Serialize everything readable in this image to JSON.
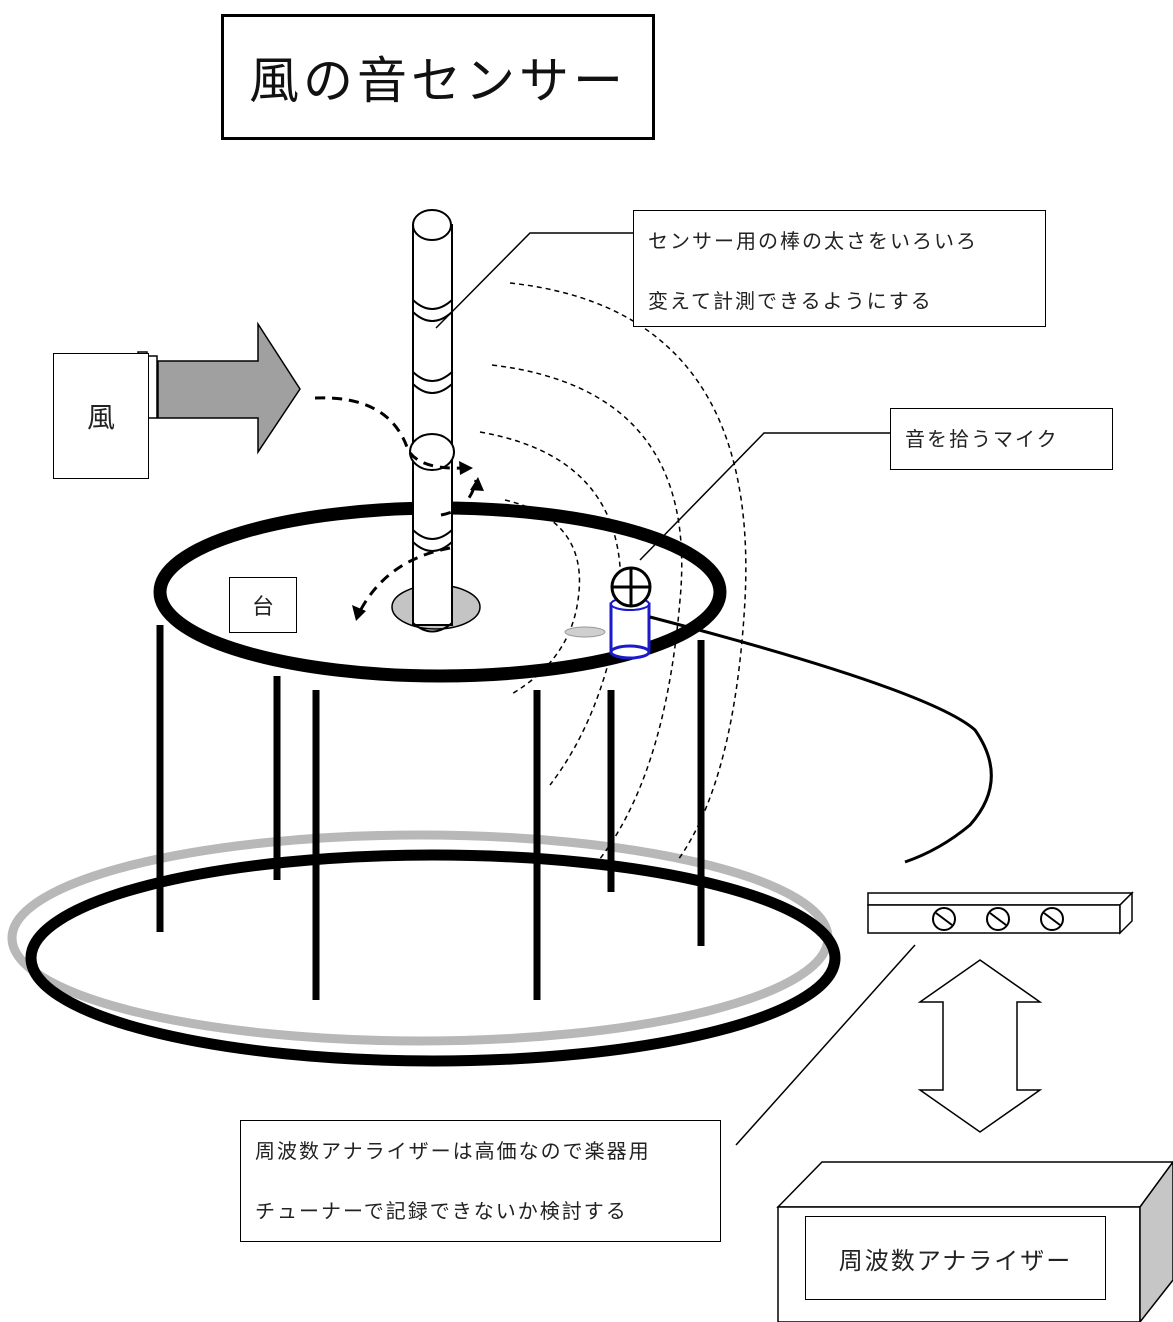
{
  "title": "風の音センサー",
  "labels": {
    "wind": "風",
    "table": "台",
    "analyzer": "周波数アナライザー"
  },
  "notes": {
    "rod": [
      "センサー用の棒の太さをいろいろ",
      "変えて計測できるようにする"
    ],
    "mic": "音を拾うマイク",
    "tuner": [
      "周波数アナライザーは高価なので楽器用",
      "チューナーで記録できないか検討する"
    ]
  }
}
